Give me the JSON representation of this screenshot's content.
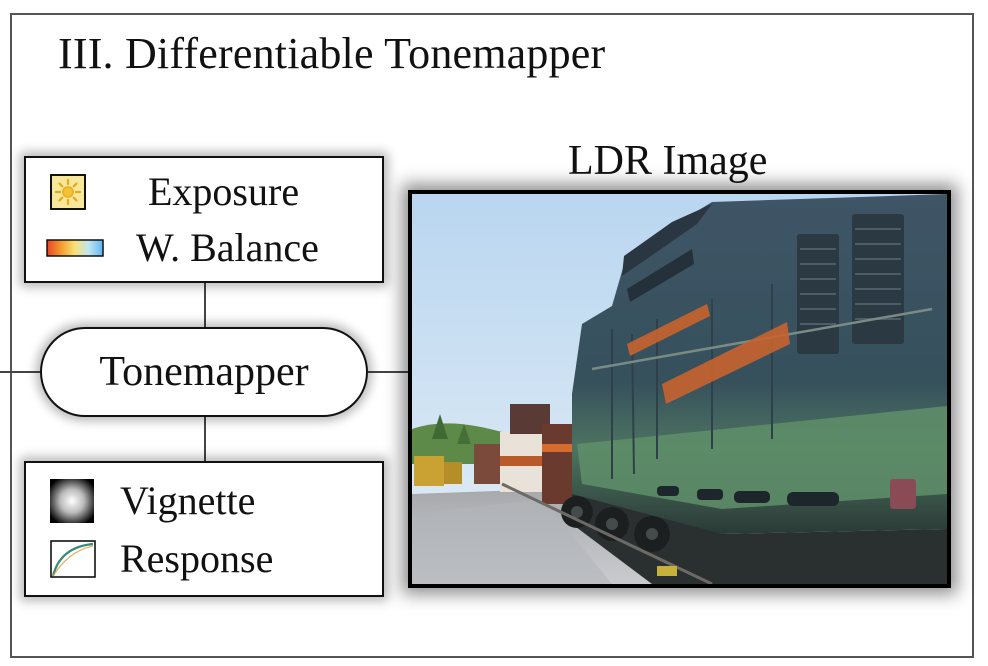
{
  "section": {
    "title": "III. Differentiable Tonemapper"
  },
  "inputs_top": {
    "exposure_label": "Exposure",
    "exposure_icon": "sun-icon",
    "white_balance_label": "W. Balance",
    "white_balance_icon": "color-gradient-icon"
  },
  "tonemapper": {
    "label": "Tonemapper"
  },
  "inputs_bottom": {
    "vignette_label": "Vignette",
    "vignette_icon": "radial-gradient-icon",
    "response_label": "Response",
    "response_icon": "curve-icon"
  },
  "output": {
    "caption": "LDR Image",
    "image_subject": "locomotive-photo"
  },
  "colors": {
    "border": "#111111",
    "connector": "#444444",
    "exposure_icon_fill": "#f6e79a",
    "exposure_sun": "#e8a81a"
  }
}
